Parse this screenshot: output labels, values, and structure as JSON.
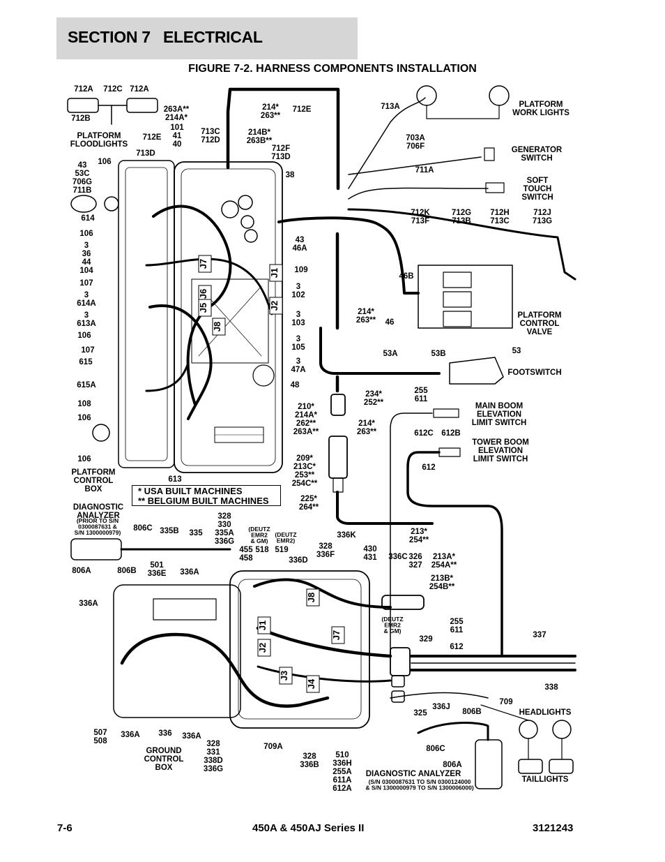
{
  "section_title": "SECTION 7   ELECTRICAL",
  "figure_title": "FIGURE 7-2. HARNESS COMPONENTS INSTALLATION",
  "legend": {
    "usa": "*  USA BUILT MACHINES",
    "belgium": "** BELGIUM BUILT MACHINES"
  },
  "footer": {
    "page_number": "7-6",
    "model": "450A & 450AJ Series II",
    "doc_number": "3121243"
  },
  "callouts": [
    {
      "id": "712a-1",
      "lines": [
        "712A"
      ]
    },
    {
      "id": "712c",
      "lines": [
        "712C"
      ]
    },
    {
      "id": "712a-2",
      "lines": [
        "712A"
      ]
    },
    {
      "id": "712b",
      "lines": [
        "712B"
      ]
    },
    {
      "id": "263a-214a",
      "lines": [
        "263A**",
        "214A*"
      ]
    },
    {
      "id": "101-41-40",
      "lines": [
        "101",
        "41",
        "40"
      ]
    },
    {
      "id": "214-263-top",
      "lines": [
        "214*",
        "263**"
      ]
    },
    {
      "id": "712e-top",
      "lines": [
        "712E"
      ]
    },
    {
      "id": "713a",
      "lines": [
        "713A"
      ]
    },
    {
      "id": "platform-floodlights",
      "lines": [
        "PLATFORM",
        "FLOODLIGHTS"
      ]
    },
    {
      "id": "712e-mid",
      "lines": [
        "712E"
      ]
    },
    {
      "id": "713c-712d",
      "lines": [
        "713C",
        "712D"
      ]
    },
    {
      "id": "214b-263b",
      "lines": [
        "214B*",
        "263B**"
      ]
    },
    {
      "id": "703a-706f",
      "lines": [
        "703A",
        "706F"
      ]
    },
    {
      "id": "platform-work-lights",
      "lines": [
        "PLATFORM",
        "WORK LIGHTS"
      ]
    },
    {
      "id": "713d-left",
      "lines": [
        "713D"
      ]
    },
    {
      "id": "712f-713d",
      "lines": [
        "712F",
        "713D"
      ]
    },
    {
      "id": "generator-switch",
      "lines": [
        "GENERATOR",
        "SWITCH"
      ]
    },
    {
      "id": "106-a",
      "lines": [
        "106"
      ]
    },
    {
      "id": "43-53c-706g-711b",
      "lines": [
        "43",
        "53C",
        "706G",
        "711B"
      ]
    },
    {
      "id": "38",
      "lines": [
        "38"
      ]
    },
    {
      "id": "711a",
      "lines": [
        "711A"
      ]
    },
    {
      "id": "soft-touch-switch",
      "lines": [
        "SOFT",
        "TOUCH",
        "SWITCH"
      ]
    },
    {
      "id": "614",
      "lines": [
        "614"
      ]
    },
    {
      "id": "712k-713f",
      "lines": [
        "712K",
        "713F"
      ]
    },
    {
      "id": "712g-713b",
      "lines": [
        "712G",
        "713B"
      ]
    },
    {
      "id": "712h-713c",
      "lines": [
        "712H",
        "713C"
      ]
    },
    {
      "id": "712j-713g",
      "lines": [
        "712J",
        "713G"
      ]
    },
    {
      "id": "106-b",
      "lines": [
        "106"
      ]
    },
    {
      "id": "43-46a",
      "lines": [
        "43",
        "46A"
      ]
    },
    {
      "id": "3-36-44-104",
      "lines": [
        "3",
        "36",
        "44",
        "104"
      ]
    },
    {
      "id": "109",
      "lines": [
        "109"
      ]
    },
    {
      "id": "46b",
      "lines": [
        "46B"
      ]
    },
    {
      "id": "107-a",
      "lines": [
        "107"
      ]
    },
    {
      "id": "3-102",
      "lines": [
        "3",
        "102"
      ]
    },
    {
      "id": "3-614a",
      "lines": [
        "3",
        "614A"
      ]
    },
    {
      "id": "214-263-mid",
      "lines": [
        "214*",
        "263**"
      ]
    },
    {
      "id": "46",
      "lines": [
        "46"
      ]
    },
    {
      "id": "platform-control-valve",
      "lines": [
        "PLATFORM",
        "CONTROL",
        "VALVE"
      ]
    },
    {
      "id": "3-613a",
      "lines": [
        "3",
        "613A"
      ]
    },
    {
      "id": "3-103",
      "lines": [
        "3",
        "103"
      ]
    },
    {
      "id": "106-c",
      "lines": [
        "106"
      ]
    },
    {
      "id": "3-105",
      "lines": [
        "3",
        "105"
      ]
    },
    {
      "id": "107-b",
      "lines": [
        "107"
      ]
    },
    {
      "id": "53a",
      "lines": [
        "53A"
      ]
    },
    {
      "id": "53b",
      "lines": [
        "53B"
      ]
    },
    {
      "id": "53",
      "lines": [
        "53"
      ]
    },
    {
      "id": "615",
      "lines": [
        "615"
      ]
    },
    {
      "id": "3-47a",
      "lines": [
        "3",
        "47A"
      ]
    },
    {
      "id": "footswitch",
      "lines": [
        "FOOTSWITCH"
      ]
    },
    {
      "id": "48",
      "lines": [
        "48"
      ]
    },
    {
      "id": "615a",
      "lines": [
        "615A"
      ]
    },
    {
      "id": "255-611-top",
      "lines": [
        "255",
        "611"
      ]
    },
    {
      "id": "234-252",
      "lines": [
        "234*",
        "252**"
      ]
    },
    {
      "id": "108",
      "lines": [
        "108"
      ]
    },
    {
      "id": "210-214a-262-263a",
      "lines": [
        "210*",
        "214A*",
        "262**",
        "263A**"
      ]
    },
    {
      "id": "main-boom-switch",
      "lines": [
        "MAIN BOOM",
        "ELEVATION",
        "LIMIT SWITCH"
      ]
    },
    {
      "id": "106-d",
      "lines": [
        "106"
      ]
    },
    {
      "id": "214-263-lower",
      "lines": [
        "214*",
        "263**"
      ]
    },
    {
      "id": "612c",
      "lines": [
        "612C"
      ]
    },
    {
      "id": "612b",
      "lines": [
        "612B"
      ]
    },
    {
      "id": "tower-boom-switch",
      "lines": [
        "TOWER BOOM",
        "ELEVATION",
        "LIMIT SWITCH"
      ]
    },
    {
      "id": "106-e",
      "lines": [
        "106"
      ]
    },
    {
      "id": "209-213c-253-254c",
      "lines": [
        "209*",
        "213C*",
        "253**",
        "254C**"
      ]
    },
    {
      "id": "612",
      "lines": [
        "612"
      ]
    },
    {
      "id": "platform-control-box",
      "lines": [
        "PLATFORM",
        "CONTROL",
        "BOX"
      ]
    },
    {
      "id": "613",
      "lines": [
        "613"
      ]
    },
    {
      "id": "225-264",
      "lines": [
        "225*",
        "264**"
      ]
    },
    {
      "id": "diagnostic-analyzer-left",
      "lines": [
        "DIAGNOSTIC",
        "ANALYZER"
      ]
    },
    {
      "id": "diag-prior",
      "lines": [
        "(PRIOR TO S/N",
        "0300087631 &",
        "S/N 1300000979)"
      ]
    },
    {
      "id": "806c-top",
      "lines": [
        "806C"
      ]
    },
    {
      "id": "335b",
      "lines": [
        "335B"
      ]
    },
    {
      "id": "335",
      "lines": [
        "335"
      ]
    },
    {
      "id": "328-330-335a-336g",
      "lines": [
        "328",
        "330",
        "335A",
        "336G"
      ]
    },
    {
      "id": "deutz-emr2-gm-1",
      "lines": [
        "(DEUTZ",
        "EMR2",
        "& GM)"
      ]
    },
    {
      "id": "deutz-emr2",
      "lines": [
        "(DEUTZ",
        "EMR2)"
      ]
    },
    {
      "id": "455-458",
      "lines": [
        "455",
        "458"
      ]
    },
    {
      "id": "518",
      "lines": [
        "518"
      ]
    },
    {
      "id": "519",
      "lines": [
        "519"
      ]
    },
    {
      "id": "328-336f",
      "lines": [
        "328",
        "336F"
      ]
    },
    {
      "id": "336k",
      "lines": [
        "336K"
      ]
    },
    {
      "id": "430-431",
      "lines": [
        "430",
        "431"
      ]
    },
    {
      "id": "213-254",
      "lines": [
        "213*",
        "254**"
      ]
    },
    {
      "id": "806a-left",
      "lines": [
        "806A"
      ]
    },
    {
      "id": "806b-left",
      "lines": [
        "806B"
      ]
    },
    {
      "id": "501-336e",
      "lines": [
        "501",
        "336E"
      ]
    },
    {
      "id": "336a-top",
      "lines": [
        "336A"
      ]
    },
    {
      "id": "336d",
      "lines": [
        "336D"
      ]
    },
    {
      "id": "336c",
      "lines": [
        "336C"
      ]
    },
    {
      "id": "326-327",
      "lines": [
        "326",
        "327"
      ]
    },
    {
      "id": "213a-254a",
      "lines": [
        "213A*",
        "254A**"
      ]
    },
    {
      "id": "213b-254b",
      "lines": [
        "213B*",
        "254B**"
      ]
    },
    {
      "id": "336a-left",
      "lines": [
        "336A"
      ]
    },
    {
      "id": "255-611-lower",
      "lines": [
        "255",
        "611"
      ]
    },
    {
      "id": "deutz-emr2-gm-2",
      "lines": [
        "(DEUTZ",
        "EMR2",
        "& GM)"
      ]
    },
    {
      "id": "329",
      "lines": [
        "329"
      ]
    },
    {
      "id": "337",
      "lines": [
        "337"
      ]
    },
    {
      "id": "612-lower",
      "lines": [
        "612"
      ]
    },
    {
      "id": "338",
      "lines": [
        "338"
      ]
    },
    {
      "id": "709",
      "lines": [
        "709"
      ]
    },
    {
      "id": "325",
      "lines": [
        "325"
      ]
    },
    {
      "id": "336j",
      "lines": [
        "336J"
      ]
    },
    {
      "id": "806b-right",
      "lines": [
        "806B"
      ]
    },
    {
      "id": "headlights",
      "lines": [
        "HEADLIGHTS"
      ]
    },
    {
      "id": "507-508",
      "lines": [
        "507",
        "508"
      ]
    },
    {
      "id": "336a-b1",
      "lines": [
        "336A"
      ]
    },
    {
      "id": "336",
      "lines": [
        "336"
      ]
    },
    {
      "id": "336a-b2",
      "lines": [
        "336A"
      ]
    },
    {
      "id": "328-331-338d-336g",
      "lines": [
        "328",
        "331",
        "338D",
        "336G"
      ]
    },
    {
      "id": "806c-right",
      "lines": [
        "806C"
      ]
    },
    {
      "id": "ground-control-box",
      "lines": [
        "GROUND",
        "CONTROL",
        "BOX"
      ]
    },
    {
      "id": "709a",
      "lines": [
        "709A"
      ]
    },
    {
      "id": "328-336b",
      "lines": [
        "328",
        "336B"
      ]
    },
    {
      "id": "510-group",
      "lines": [
        "510",
        "336H",
        "255A",
        "611A",
        "612A"
      ]
    },
    {
      "id": "806a-right",
      "lines": [
        "806A"
      ]
    },
    {
      "id": "diagnostic-analyzer-right",
      "lines": [
        "DIAGNOSTIC ANALYZER"
      ]
    },
    {
      "id": "diag-range",
      "lines": [
        "(S/N 0300087631 TO S/N 0300124000",
        "& S/N 1300000979 TO S/N 1300006000)"
      ]
    },
    {
      "id": "taillights",
      "lines": [
        "TAILLIGHTS"
      ]
    }
  ],
  "connector_labels": {
    "upper": [
      "J7",
      "J1",
      "J6",
      "J2",
      "J5",
      "J8"
    ],
    "lower": [
      "J8",
      "J1",
      "J7",
      "J2",
      "J3",
      "J4"
    ]
  }
}
